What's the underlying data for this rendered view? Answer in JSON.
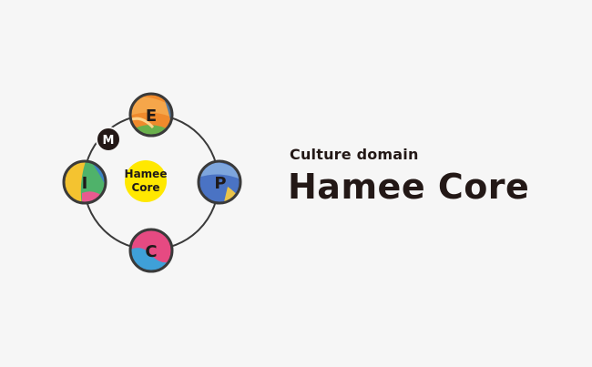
{
  "logo": {
    "nodes": {
      "top": "E",
      "left": "I",
      "right": "P",
      "bottom": "C",
      "small": "M"
    },
    "core": {
      "line1": "Hamee",
      "line2": "Core"
    },
    "colors": {
      "background": "#f6f6f6",
      "ring": "#3a3a3a",
      "e_node": "#f08a2c",
      "i_node": "#4fb26a",
      "p_node": "#4a73c4",
      "c_node": "#e64a82",
      "core": "#ffe800",
      "m_node": "#231816"
    }
  },
  "text": {
    "subtitle": "Culture domain",
    "title": "Hamee Core"
  }
}
